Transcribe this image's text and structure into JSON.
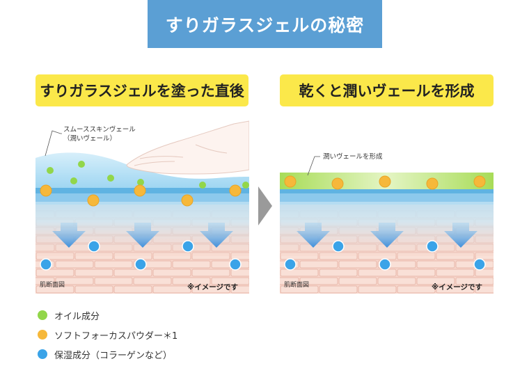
{
  "title": "すりガラスジェルの秘密",
  "left_panel": {
    "label": "すりガラスジェルを塗った直後",
    "callout_line1": "スムーススキンヴェール",
    "callout_line2": "（潤いヴェール）",
    "section_label": "肌断面図",
    "note": "※イメージです"
  },
  "right_panel": {
    "label": "乾くと潤いヴェールを形成",
    "callout": "潤いヴェールを形成",
    "section_label": "肌断面図",
    "note": "※イメージです"
  },
  "legend": [
    {
      "label": "オイル成分",
      "color": "#92d64a"
    },
    {
      "label": "ソフトフォーカスパウダー＊1",
      "color": "#f6b83a"
    },
    {
      "label": "保湿成分（コラーゲンなど）",
      "color": "#3aa3e8"
    }
  ],
  "colors": {
    "title_bg": "#5b9fd4",
    "label_bg": "#fbe84a",
    "gel_blue": "#a9dcf4",
    "veil_green": "#a8dc58",
    "skin_pink": "#f7d6cc",
    "skin_blue": "#cfe6f2",
    "arrow_blue": "#3e96dd"
  },
  "icons": {
    "hand": "hand-icon",
    "arrow": "chevron-right-icon"
  }
}
